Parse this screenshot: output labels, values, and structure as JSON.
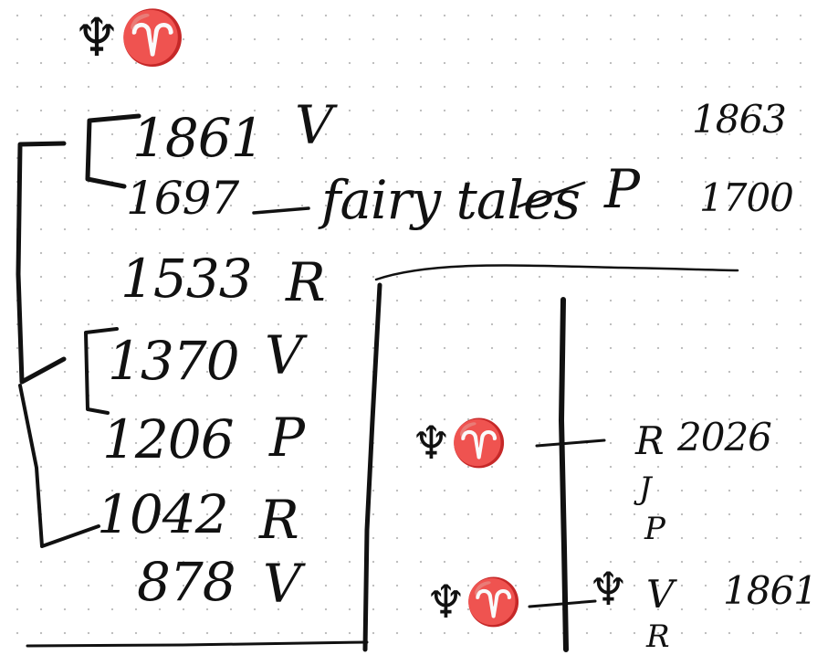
{
  "heading": {
    "symbols": "♆♈"
  },
  "left_list": [
    {
      "year": "1861",
      "letter": "V"
    },
    {
      "year": "1697",
      "letter": "P",
      "note": "fairy tales"
    },
    {
      "year": "1533",
      "letter": "R"
    },
    {
      "year": "1370",
      "letter": "V"
    },
    {
      "year": "1206",
      "letter": "P"
    },
    {
      "year": "1042",
      "letter": "R"
    },
    {
      "year": "878",
      "letter": "V"
    }
  ],
  "right_years": {
    "top": "1863",
    "second": "1700"
  },
  "box": {
    "row1": {
      "symbols": "♆♈",
      "letter": "R",
      "year": "2026"
    },
    "stack": [
      "J",
      "P"
    ],
    "row2": {
      "symbols": "♆♈",
      "glyph": "♆",
      "letter": "V",
      "year": "1861"
    },
    "last": "R"
  }
}
